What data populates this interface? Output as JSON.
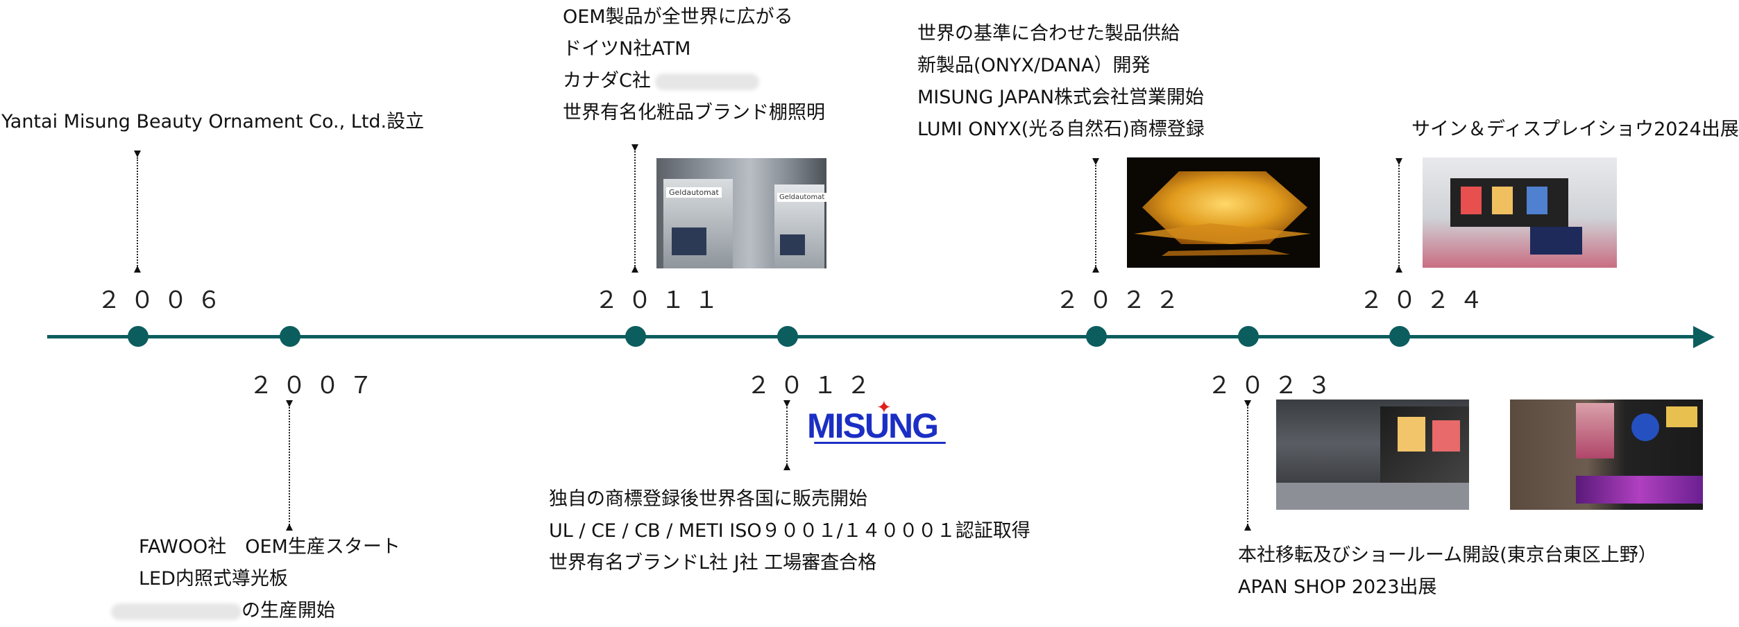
{
  "timeline_color": "#0c5d5e",
  "milestones": {
    "y2006": {
      "year": "２００６",
      "lines": [
        "Yantai Misung Beauty Ornament Co., Ltd.設立"
      ]
    },
    "y2007": {
      "year": "２００７",
      "lines": [
        "FAWOO社　OEM生産スタート",
        "LED内照式導光板",
        "の生産開始"
      ]
    },
    "y2011": {
      "year": "２０１１",
      "lines": [
        "OEM製品が全世界に広がる",
        "ドイツN社ATM",
        "カナダC社",
        "世界有名化粧品ブランド棚照明"
      ]
    },
    "y2012": {
      "year": "２０１２",
      "lines": [
        "独自の商標登録後世界各国に販売開始",
        "UL / CE / CB / METI ISO９００１/１４０００１認証取得",
        "世界有名ブランドL社 J社 工場審査合格"
      ]
    },
    "y2022": {
      "year": "２０２２",
      "lines": [
        "世界の基準に合わせた製品供給",
        "新製品(ONYX/DANA）開発",
        "MISUNG JAPAN株式会社営業開始",
        "LUMI ONYX(光る自然石)商標登録"
      ]
    },
    "y2023": {
      "year": "２０２３",
      "lines": [
        "本社移転及びショールーム開設(東京台東区上野）",
        "APAN SHOP 2023出展"
      ]
    },
    "y2024": {
      "year": "２０２４",
      "lines": [
        "サイン＆ディスプレイショウ2024出展"
      ]
    }
  },
  "logo": {
    "text": "MISUNG",
    "color": "#1b2fc4",
    "star_color": "#e0201c"
  },
  "atm_signs": [
    "Geldautomat",
    "Geldautomat"
  ]
}
